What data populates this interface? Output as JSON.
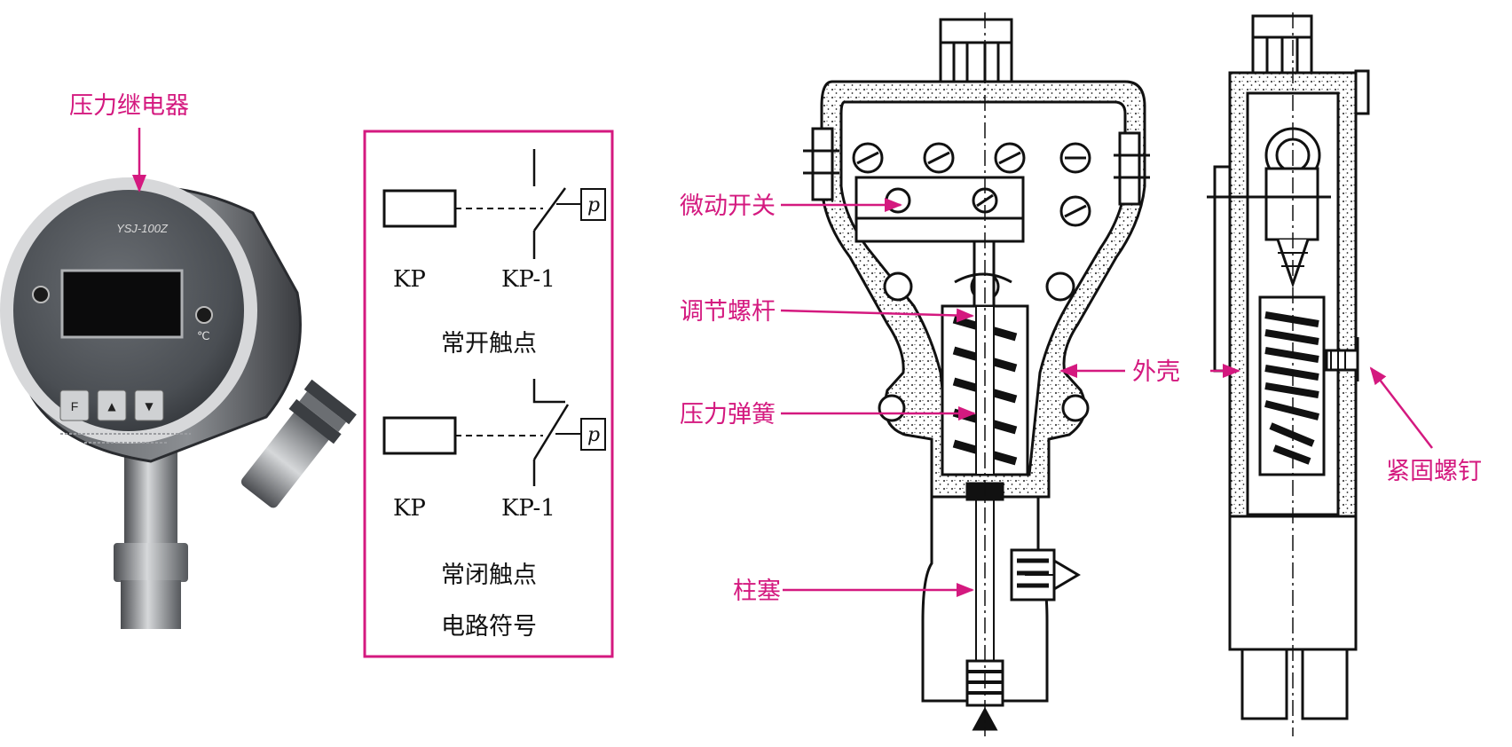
{
  "photo": {
    "caption": "压力继电器",
    "model_text": "YSJ-100Z",
    "unit_text": "℃",
    "buttons": [
      "F",
      "▲",
      "▼"
    ]
  },
  "symbols": {
    "no": {
      "coil_label": "KP",
      "contact_label": "KP-1",
      "p_label": "p",
      "caption": "常开触点"
    },
    "nc": {
      "coil_label": "KP",
      "contact_label": "KP-1",
      "p_label": "p",
      "caption": "常闭触点"
    },
    "footer": "电路符号"
  },
  "labels": {
    "micro_switch": "微动开关",
    "adjust_screw": "调节螺杆",
    "pressure_spring": "压力弹簧",
    "plunger": "柱塞",
    "housing": "外壳",
    "fastening_screw": "紧固螺钉"
  },
  "colors": {
    "accent": "#d4197f",
    "ink": "#111111"
  }
}
